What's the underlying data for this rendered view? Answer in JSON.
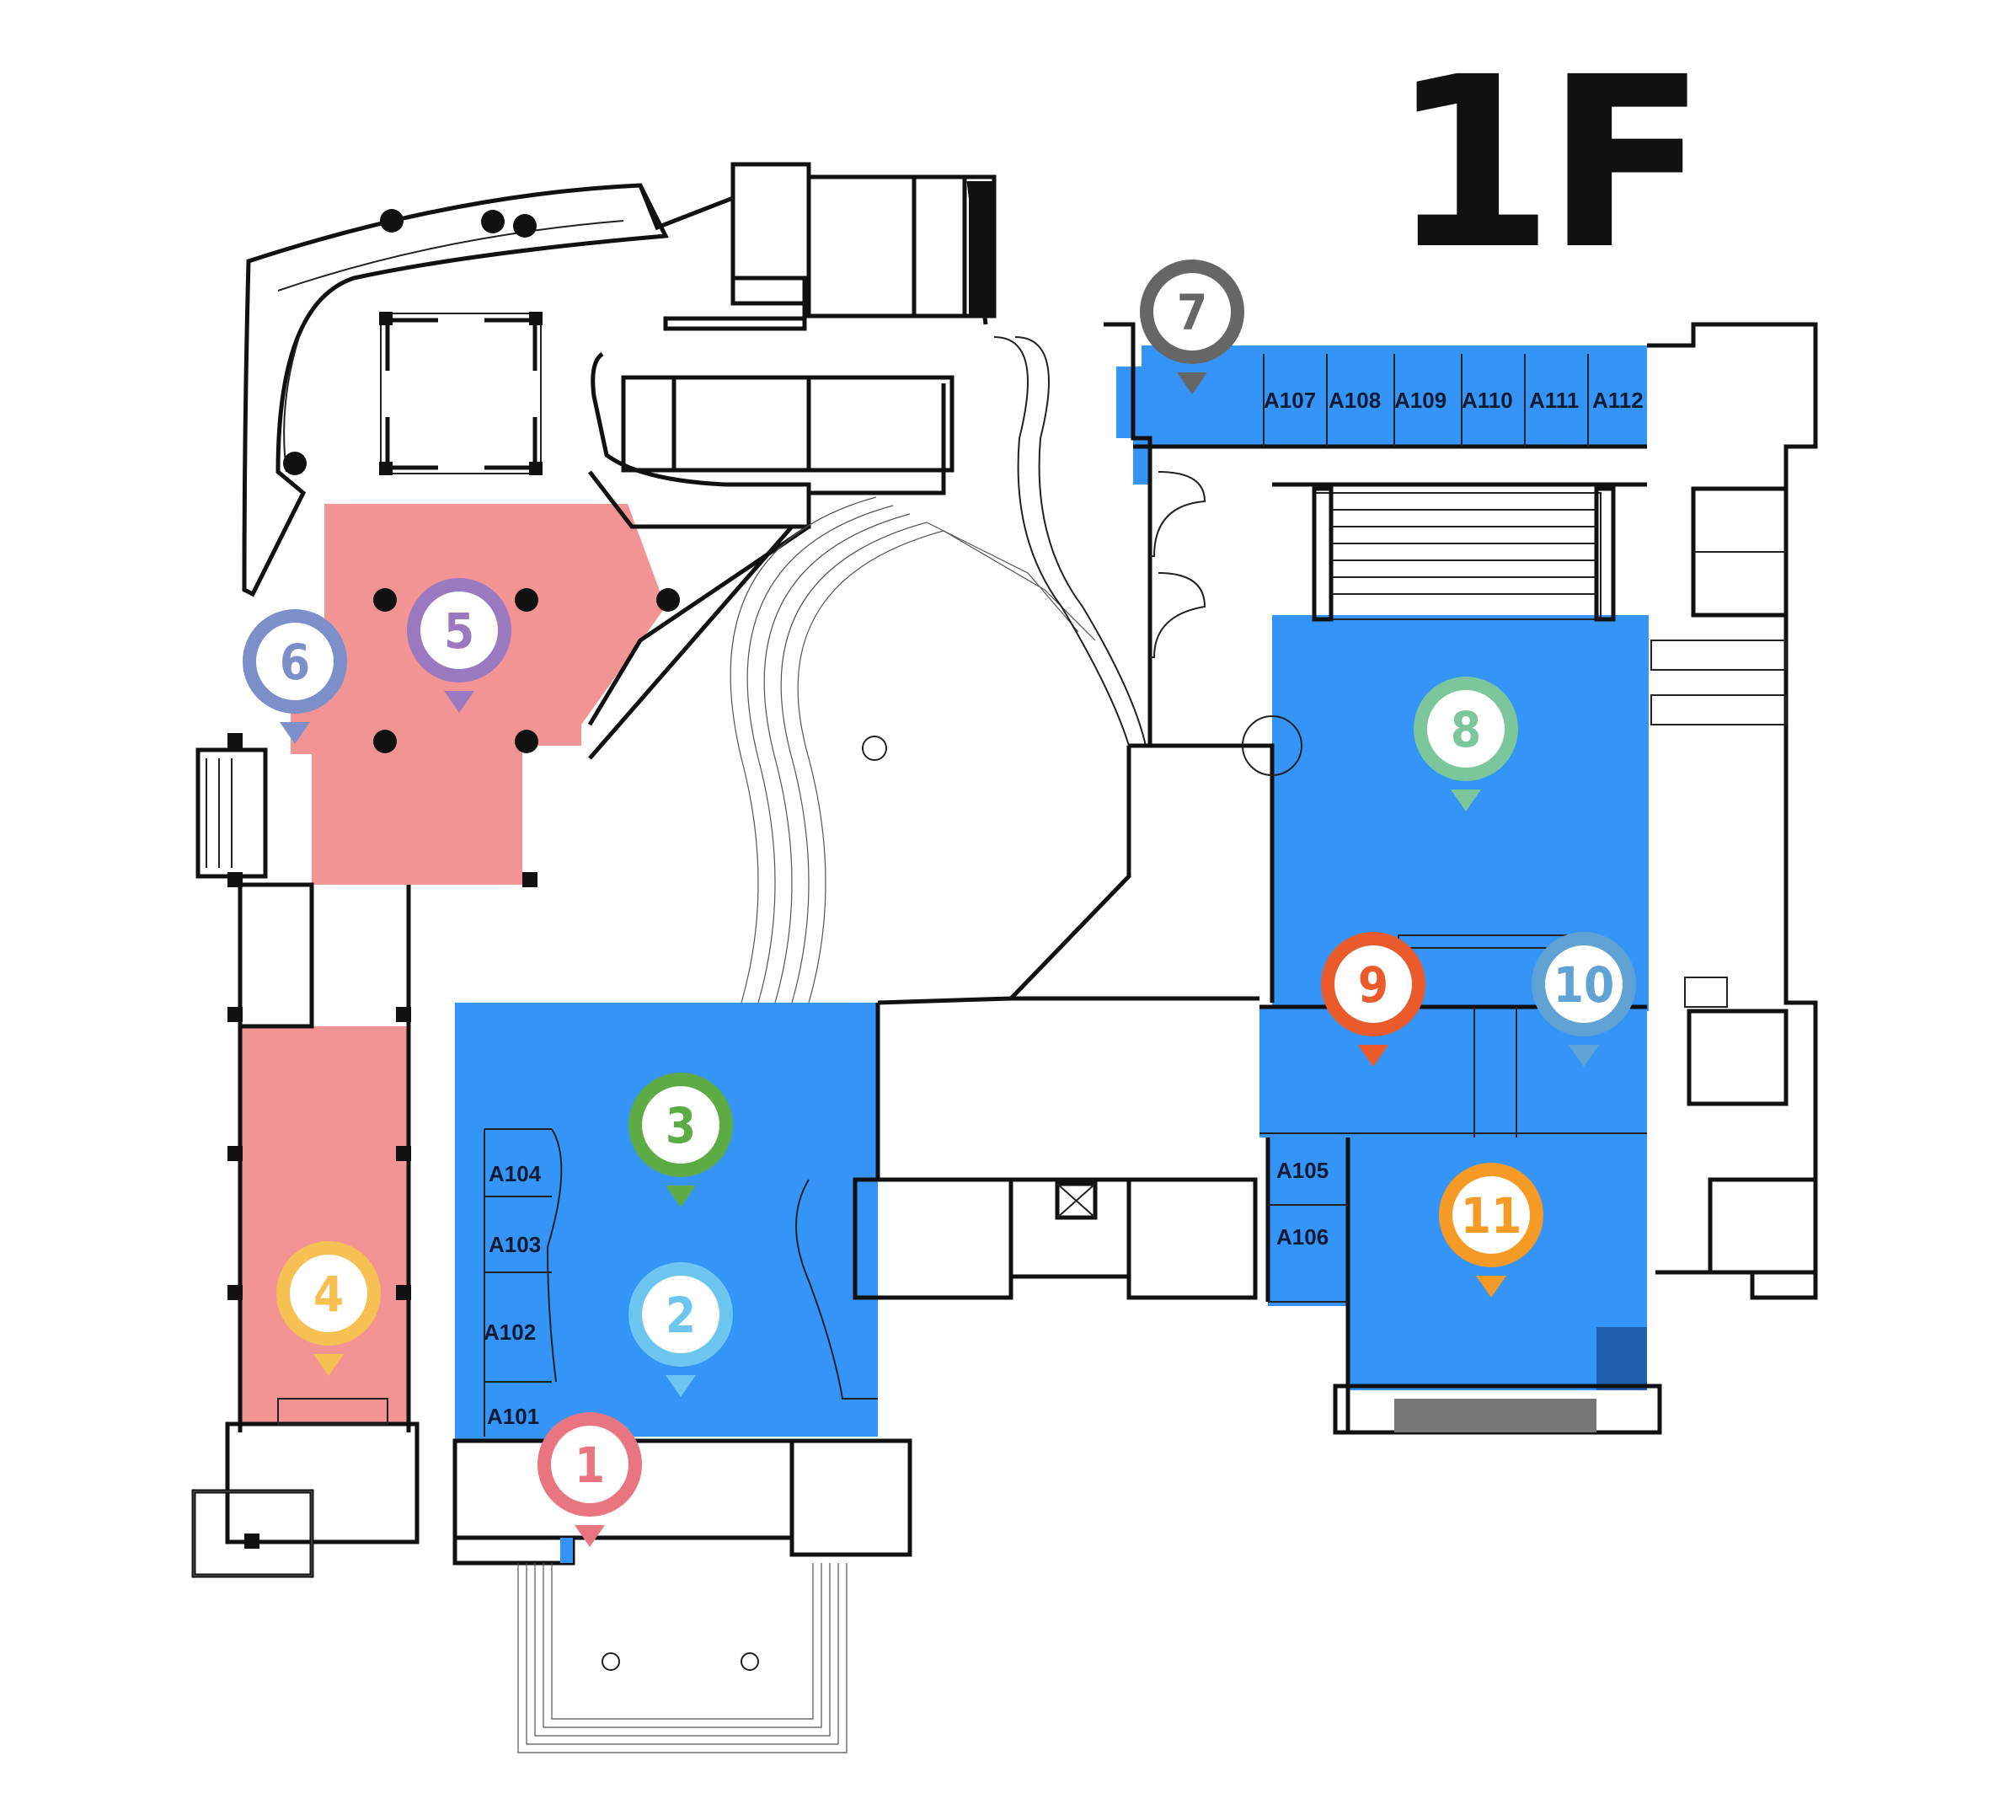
{
  "floor_label": "1F",
  "colors": {
    "zone_blue": "#3594f7",
    "zone_red": "#f29494",
    "wall": "#111111"
  },
  "rooms": {
    "a101": "A101",
    "a102": "A102",
    "a103": "A103",
    "a104": "A104",
    "a105": "A105",
    "a106": "A106",
    "a107": "A107",
    "a108": "A108",
    "a109": "A109",
    "a110": "A110",
    "a111": "A111",
    "a112": "A112"
  },
  "markers": [
    {
      "label": "1",
      "color": "#e87580"
    },
    {
      "label": "2",
      "color": "#6cc6ef"
    },
    {
      "label": "3",
      "color": "#5cab45"
    },
    {
      "label": "4",
      "color": "#f6c052"
    },
    {
      "label": "5",
      "color": "#9b79c0"
    },
    {
      "label": "6",
      "color": "#7c8fc8"
    },
    {
      "label": "7",
      "color": "#666666"
    },
    {
      "label": "8",
      "color": "#7bc69b"
    },
    {
      "label": "9",
      "color": "#ea5a2b"
    },
    {
      "label": "10",
      "color": "#5fa2d3"
    },
    {
      "label": "11",
      "color": "#f59a25"
    }
  ]
}
